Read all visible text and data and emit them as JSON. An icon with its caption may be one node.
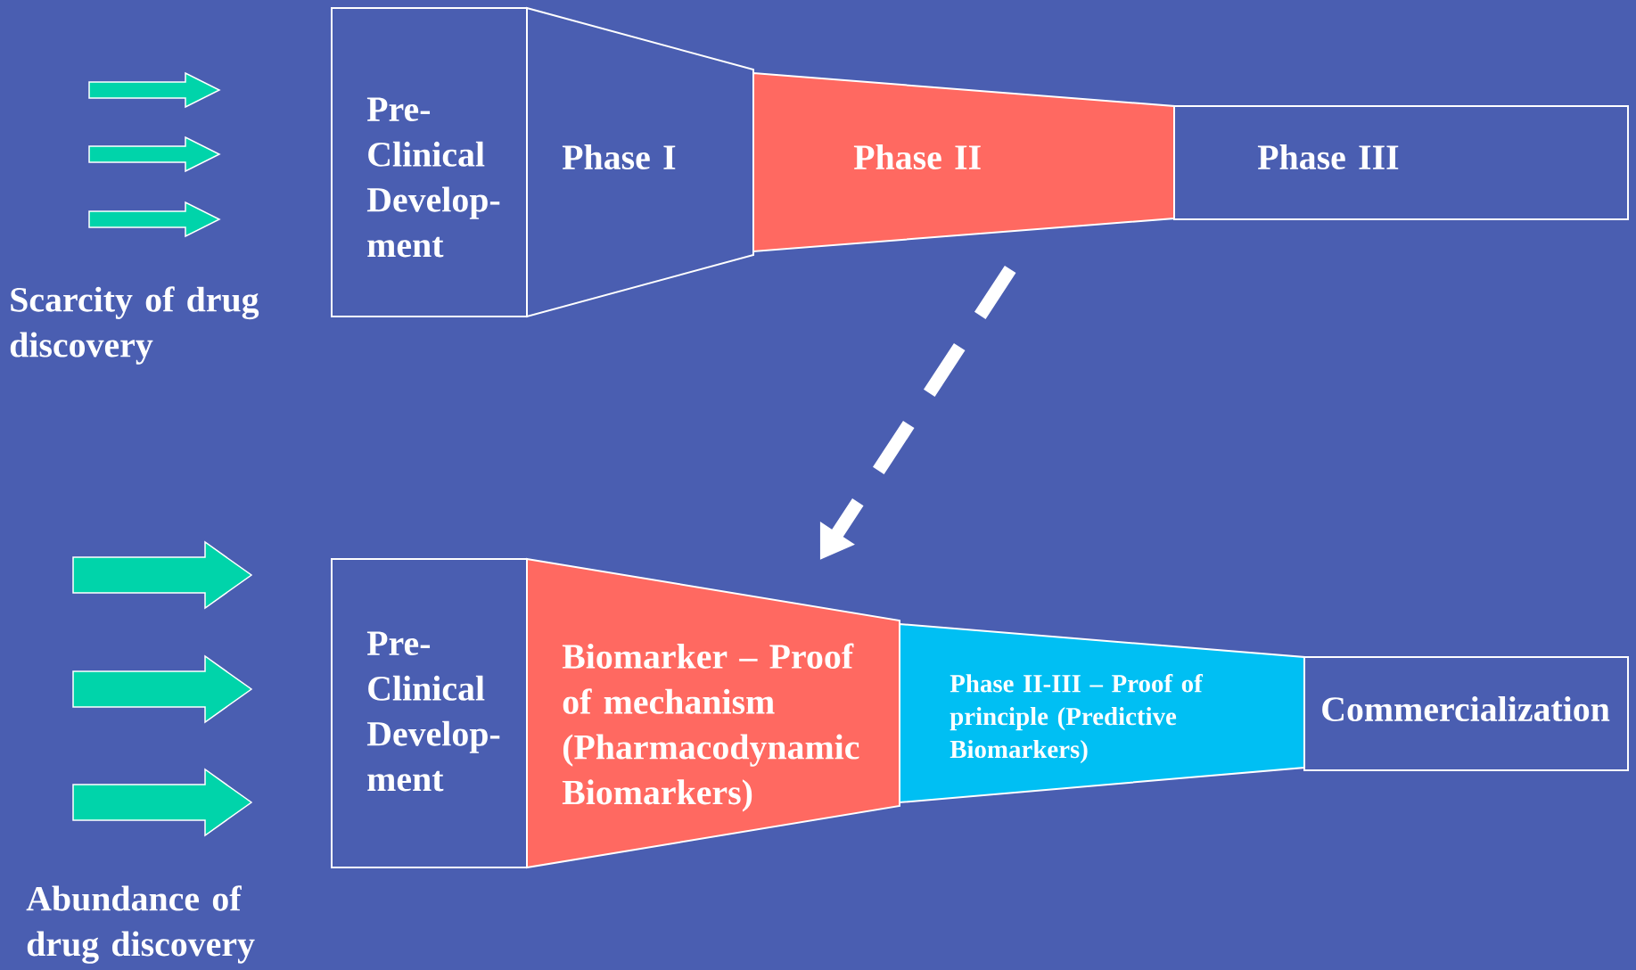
{
  "diagram": {
    "nodes": [
      {
        "text": [
          "Pre-Clinical Develop-ment"
        ]
      },
      {
        "text": [
          "Phase I"
        ]
      },
      {
        "text": [
          "Phase II"
        ]
      },
      {
        "text": [
          "Phase III"
        ]
      },
      {
        "text": [
          "Scarcity of drug discovery"
        ]
      },
      {
        "text": [
          "Pre-Clinical Develop-ment"
        ]
      },
      {
        "text": [
          "Biomarker – Proof of mechanism (Pharmacodynamic Biomarkers)"
        ]
      },
      {
        "text": [
          "Phase II-III – Proof of principle (Predictive Biomarkers)"
        ]
      },
      {
        "text": [
          "Commercialization"
        ]
      },
      {
        "text": [
          "Abundance of drug discovery"
        ]
      }
    ],
    "edges": [
      {
        "from": 2,
        "to": 6,
        "arrow": "to",
        "style": "dashed"
      }
    ]
  }
}
